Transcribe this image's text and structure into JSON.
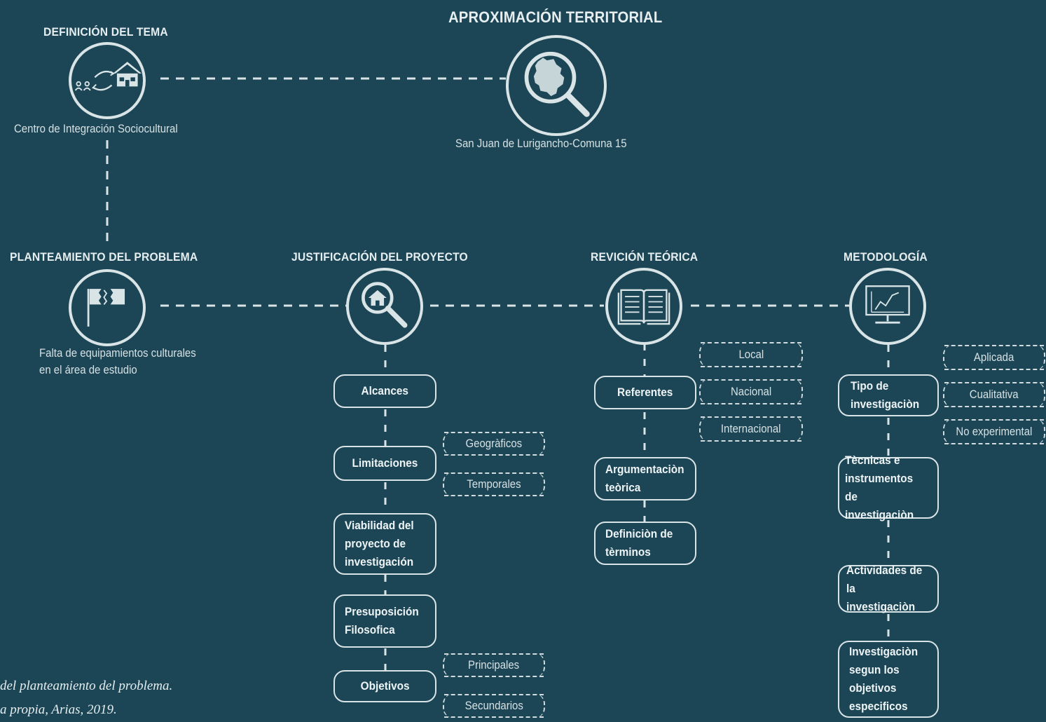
{
  "headings": {
    "tema": "DEFINICIÓN DEL TEMA",
    "aproximacion": "APROXIMACIÓN TERRITORIAL",
    "planteamiento": "PLANTEAMIENTO DEL PROBLEMA",
    "justificacion": "JUSTIFICACIÓN DEL PROYECTO",
    "revision": "REVICIÓN TEÓRICA",
    "metodologia": "METODOLOGÍA"
  },
  "subtitles": {
    "tema": "Centro de Integración Sociocultural",
    "aproximacion": "San Juan de Lurigancho-Comuna 15",
    "planteamiento_1": "Falta de equipamientos culturales",
    "planteamiento_2": "en el área de estudio"
  },
  "justificacion": {
    "alcances": "Alcances",
    "limitaciones": "Limitaciones",
    "viabilidad": "Viabilidad del\nproyecto de\ninvestigación",
    "presuposicion": "Presuposición\nFilosofica",
    "objetivos": "Objetivos",
    "tags": {
      "geograficos": "Geogràficos",
      "temporales": "Temporales",
      "principales": "Principales",
      "secundarios": "Secundarios"
    }
  },
  "revision": {
    "referentes": "Referentes",
    "argumentacion": "Argumentaciòn\nteòrica",
    "definicion": "Definiciòn de\ntèrminos",
    "tags": {
      "local": "Local",
      "nacional": "Nacional",
      "internacional": "Internacional"
    }
  },
  "metodologia": {
    "tipo": "Tipo de\ninvestigaciòn",
    "tecnicas": "Tècnicas e\ninstrumentos\nde investigaciòn",
    "actividades": "Actividades de\nla investigaciòn",
    "segun": "Investigaciòn\nsegun los\nobjetivos\nespecificos",
    "tags": {
      "aplicada": "Aplicada",
      "cualitativa": "Cualitativa",
      "no_experimental": "No experimental"
    }
  },
  "caption": {
    "line1": "del planteamiento del problema.",
    "line2": "a propia, Arias, 2019."
  },
  "colors": {
    "background": "#1c4656",
    "line": "#d9e4e7"
  }
}
